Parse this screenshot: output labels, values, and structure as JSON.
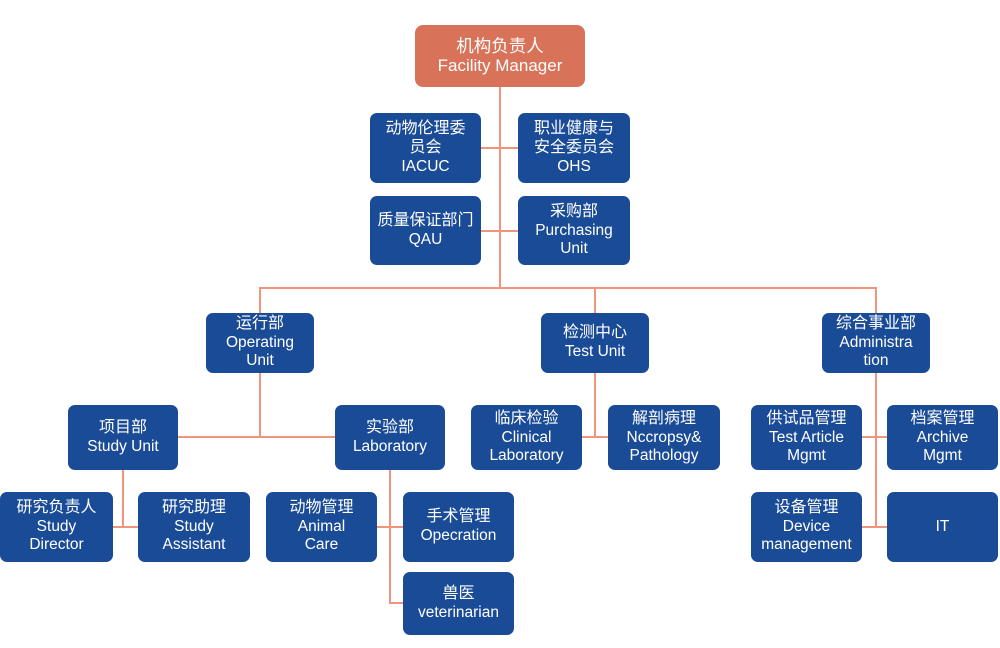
{
  "colors": {
    "background": "#ffffff",
    "root_box": "#d8735a",
    "node_box": "#1a4b97",
    "connector": "#f0947c",
    "text": "#ffffff"
  },
  "nodes": {
    "facility_manager": {
      "zh": "机构负责人",
      "en": "Facility Manager"
    },
    "iacuc": {
      "zh": "动物伦理委\n员会",
      "en": "IACUC"
    },
    "ohs": {
      "zh": "职业健康与\n安全委员会",
      "en": "OHS"
    },
    "qau": {
      "zh": "质量保证部门",
      "en": "QAU"
    },
    "purchasing": {
      "zh": "采购部",
      "en": "Purchasing\nUnit"
    },
    "operating_unit": {
      "zh": "运行部",
      "en": "Operating\nUnit"
    },
    "test_unit": {
      "zh": "检测中心",
      "en": "Test Unit"
    },
    "administration": {
      "zh": "综合事业部",
      "en": "Administra\ntion"
    },
    "study_unit": {
      "zh": "项目部",
      "en": "Study Unit"
    },
    "laboratory": {
      "zh": "实验部",
      "en": "Laboratory"
    },
    "clinical_lab": {
      "zh": "临床检验",
      "en": "Clinical\nLaboratory"
    },
    "necropsy": {
      "zh": "解剖病理",
      "en": "Nccropsy&\nPathology"
    },
    "test_article": {
      "zh": "供试品管理",
      "en": "Test Article\nMgmt"
    },
    "archive": {
      "zh": "档案管理",
      "en": "Archive\nMgmt"
    },
    "study_director": {
      "zh": "研究负责人",
      "en": "Study\nDirector"
    },
    "study_assistant": {
      "zh": "研究助理",
      "en": "Study\nAssistant"
    },
    "animal_care": {
      "zh": "动物管理",
      "en": "Animal\nCare"
    },
    "operation": {
      "zh": "手术管理",
      "en": "Opecration"
    },
    "veterinarian": {
      "zh": "兽医",
      "en": "veterinarian"
    },
    "device_mgmt": {
      "zh": "设备管理",
      "en": "Device\nmanagement"
    },
    "it": {
      "zh": "",
      "en": "IT"
    }
  }
}
